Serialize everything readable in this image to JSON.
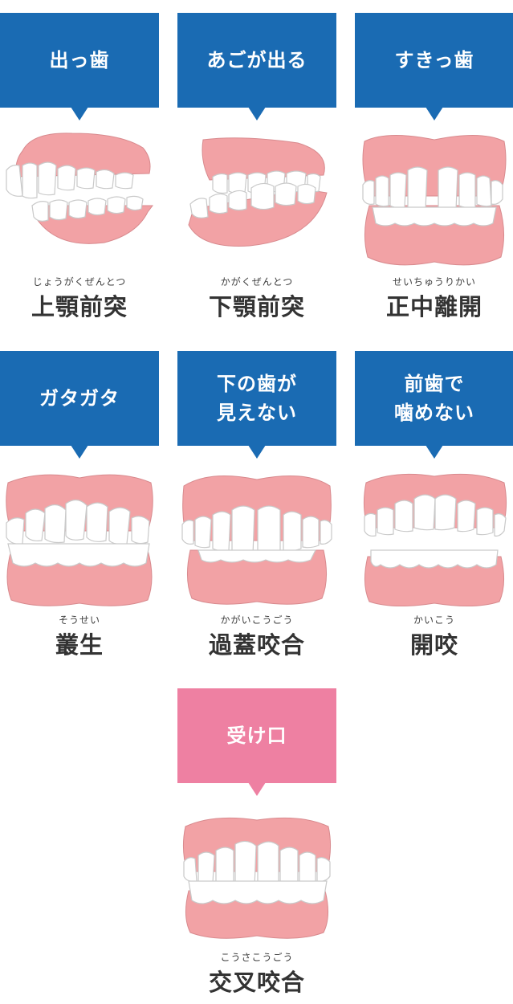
{
  "colors": {
    "label_blue": "#1a6bb3",
    "label_pink": "#ee80a2",
    "gum": "#f2a2a5",
    "tooth": "#ffffff"
  },
  "cards": [
    {
      "label": "出っ歯",
      "ruby": "じょうがくぜんとつ",
      "term": "上顎前突",
      "icon": "teeth-overjet-side-icon"
    },
    {
      "label": "あごが出る",
      "ruby": "かがくぜんとつ",
      "term": "下顎前突",
      "icon": "teeth-underbite-side-icon"
    },
    {
      "label": "すきっ歯",
      "ruby": "せいちゅうりかい",
      "term": "正中離開",
      "icon": "teeth-diastema-icon"
    },
    {
      "label": "ガタガタ",
      "ruby": "そうせい",
      "term": "叢生",
      "icon": "teeth-crowding-icon"
    },
    {
      "label": "下の歯が\n見えない",
      "ruby": "かがいこうごう",
      "term": "過蓋咬合",
      "icon": "teeth-deepbite-icon"
    },
    {
      "label": "前歯で\n噛めない",
      "ruby": "かいこう",
      "term": "開咬",
      "icon": "teeth-openbite-icon"
    },
    {
      "label": "受け口",
      "ruby": "こうさこうごう",
      "term": "交叉咬合",
      "icon": "teeth-crossbite-icon"
    }
  ]
}
